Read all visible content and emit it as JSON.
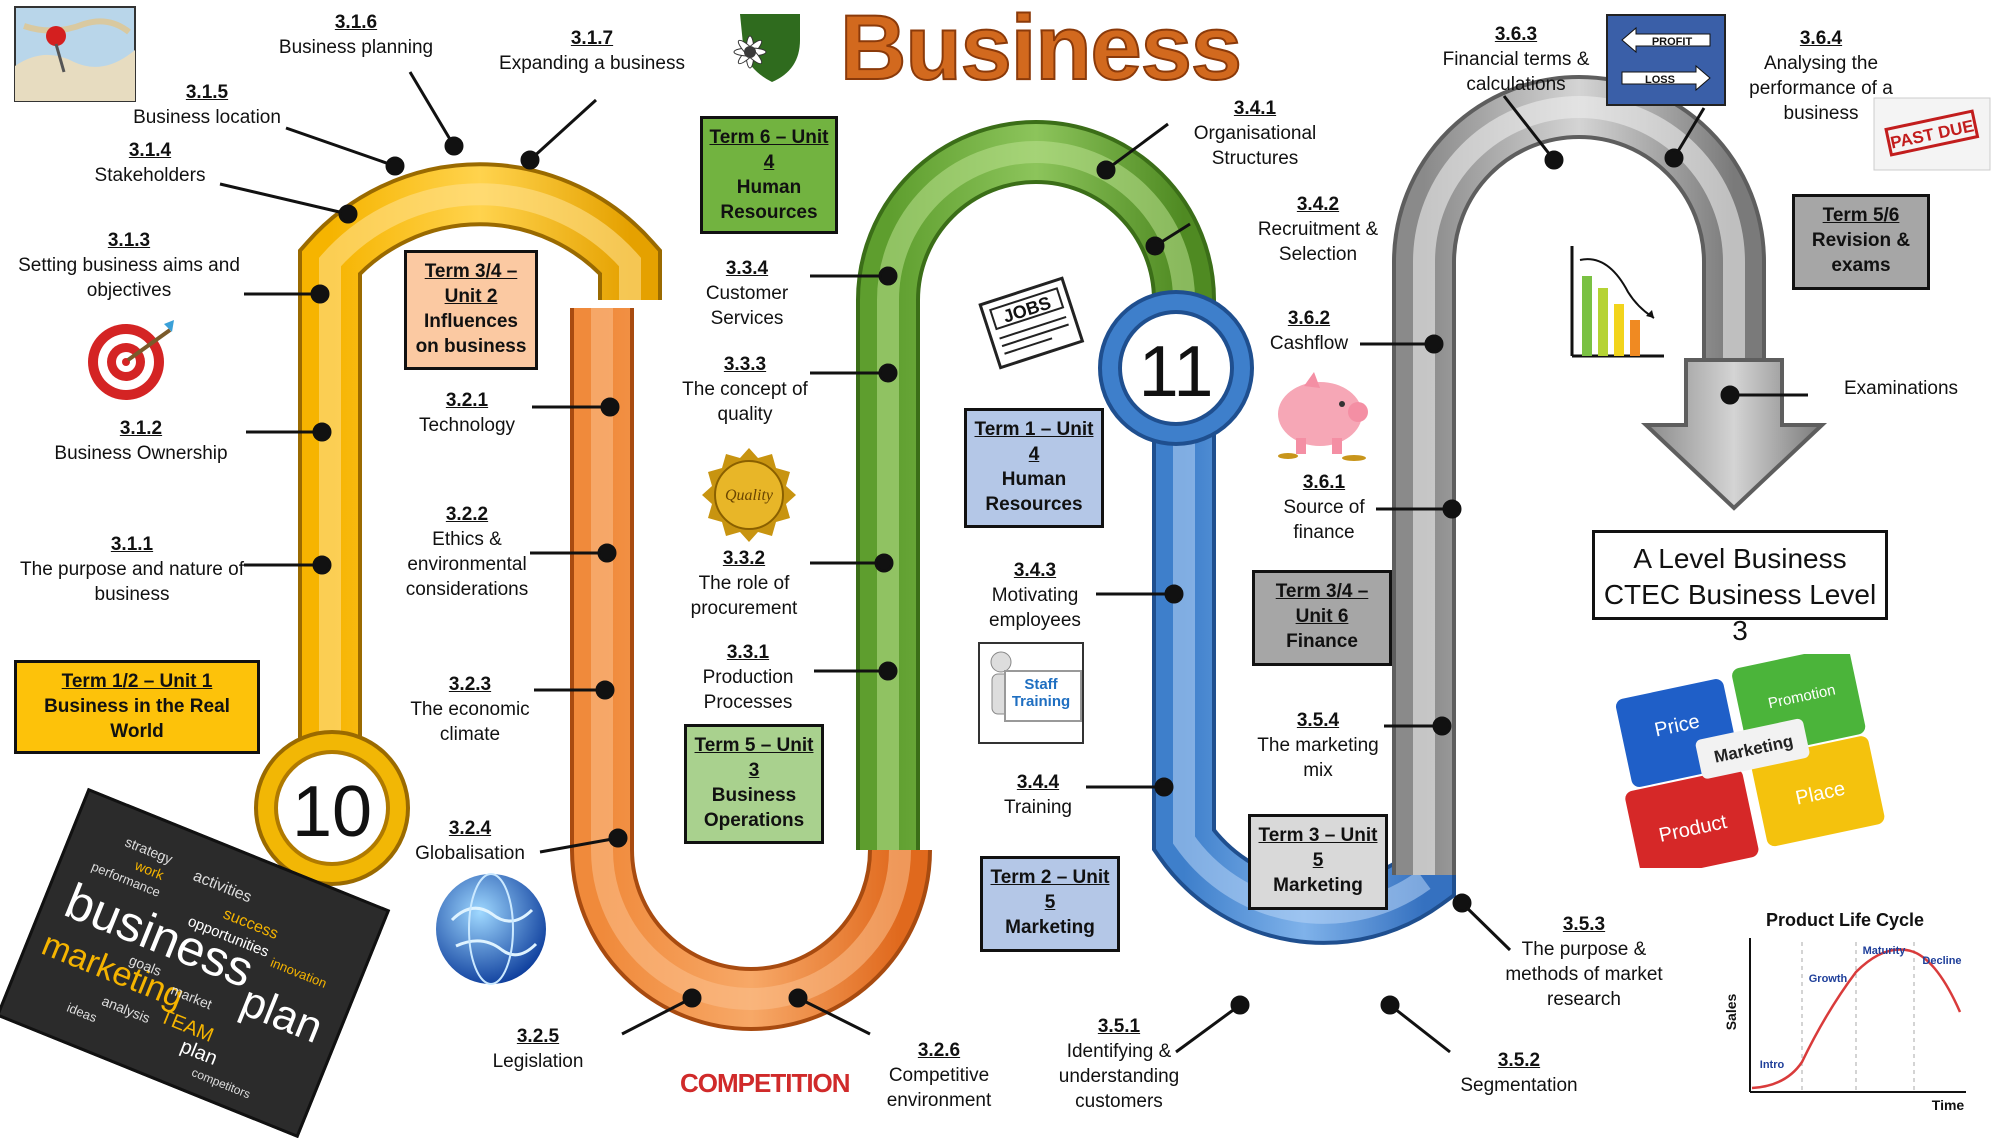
{
  "title": "Business",
  "year_badges": {
    "y10": "10",
    "y11": "11"
  },
  "qualification": {
    "line1": "A Level Business",
    "line2": "CTEC Business Level 3"
  },
  "topics": {
    "t311": {
      "code": "3.1.1",
      "text": "The purpose and nature of business"
    },
    "t312": {
      "code": "3.1.2",
      "text": "Business Ownership"
    },
    "t313": {
      "code": "3.1.3",
      "text": "Setting business aims and objectives"
    },
    "t314": {
      "code": "3.1.4",
      "text": "Stakeholders"
    },
    "t315": {
      "code": "3.1.5",
      "text": "Business location"
    },
    "t316": {
      "code": "3.1.6",
      "text": "Business planning"
    },
    "t317": {
      "code": "3.1.7",
      "text": "Expanding a business"
    },
    "t321": {
      "code": "3.2.1",
      "text": "Technology"
    },
    "t322": {
      "code": "3.2.2",
      "text": "Ethics & environmental considerations"
    },
    "t323": {
      "code": "3.2.3",
      "text": "The economic climate"
    },
    "t324": {
      "code": "3.2.4",
      "text": "Globalisation"
    },
    "t325": {
      "code": "3.2.5",
      "text": "Legislation"
    },
    "t326": {
      "code": "3.2.6",
      "text": "Competitive environment"
    },
    "t331": {
      "code": "3.3.1",
      "text": "Production Processes"
    },
    "t332": {
      "code": "3.3.2",
      "text": "The role of procurement"
    },
    "t333": {
      "code": "3.3.3",
      "text": "The concept of quality"
    },
    "t334": {
      "code": "3.3.4",
      "text": "Customer Services"
    },
    "t341": {
      "code": "3.4.1",
      "text": "Organisational Structures"
    },
    "t342": {
      "code": "3.4.2",
      "text": "Recruitment & Selection"
    },
    "t343": {
      "code": "3.4.3",
      "text": "Motivating employees"
    },
    "t344": {
      "code": "3.4.4",
      "text": "Training"
    },
    "t351": {
      "code": "3.5.1",
      "text": "Identifying & understanding customers"
    },
    "t352": {
      "code": "3.5.2",
      "text": "Segmentation"
    },
    "t353": {
      "code": "3.5.3",
      "text": "The purpose & methods of market research"
    },
    "t354": {
      "code": "3.5.4",
      "text": "The marketing mix"
    },
    "t361": {
      "code": "3.6.1",
      "text": "Source of finance"
    },
    "t362": {
      "code": "3.6.2",
      "text": "Cashflow"
    },
    "t363": {
      "code": "3.6.3",
      "text": "Financial terms & calculations"
    },
    "t364": {
      "code": "3.6.4",
      "text": "Analysing the performance of a business"
    },
    "exams": {
      "code": "",
      "text": "Examinations"
    }
  },
  "terms": {
    "term12_unit1": {
      "title": "Term 1/2 – Unit 1",
      "text": "Business in the Real World"
    },
    "term34_unit2": {
      "title": "Term 3/4 – Unit 2",
      "text": "Influences on business"
    },
    "term6_unit4": {
      "title": "Term 6 – Unit 4",
      "text": "Human Resources"
    },
    "term5_unit3": {
      "title": "Term 5 – Unit 3",
      "text": "Business Operations"
    },
    "term1_unit4": {
      "title": "Term 1 – Unit 4",
      "text": "Human Resources"
    },
    "term2_unit5": {
      "title": "Term 2 – Unit 5",
      "text": "Marketing"
    },
    "term34_unit6": {
      "title": "Term 3/4 – Unit 6",
      "text": "Finance"
    },
    "term3_unit5": {
      "title": "Term 3 – Unit 5",
      "text": "Marketing"
    },
    "term56": {
      "title": "Term 5/6",
      "text": "Revision & exams"
    }
  },
  "icon_labels": {
    "jobs": "JOBS",
    "staff_training": "Staff Training",
    "quality": "Quality",
    "competition": "COMPETITION",
    "profit": "PROFIT",
    "loss": "LOSS",
    "past_due": "PAST DUE",
    "puzzle": [
      "Price",
      "Promotion",
      "Product",
      "Place",
      "Marketing"
    ],
    "plc": {
      "title": "Product Life Cycle",
      "ylabel": "Sales",
      "xlabel": "Time",
      "stages": [
        "Intro",
        "Growth",
        "Maturity",
        "Decline"
      ]
    },
    "wordcloud": [
      "business",
      "plan",
      "marketing",
      "strategy",
      "work",
      "performance",
      "activities",
      "success",
      "opportunities",
      "innovation",
      "goals",
      "market",
      "analysis",
      "TEAM",
      "plan",
      "ideas",
      "competitors"
    ]
  },
  "colors": {
    "yellow": "#f2b705",
    "orange": "#ef7d2b",
    "green": "#6aae3c",
    "blue": "#4a8fd8",
    "grey": "#9a9a9a",
    "term_yellow": "#fdc20a",
    "term_orange": "#fbc9a2",
    "term_green": "#72b340",
    "term_lightgreen": "#a9d18e",
    "term_blue": "#b4c7e7",
    "term_grey": "#a6a6a6",
    "title": "#d2691e"
  }
}
